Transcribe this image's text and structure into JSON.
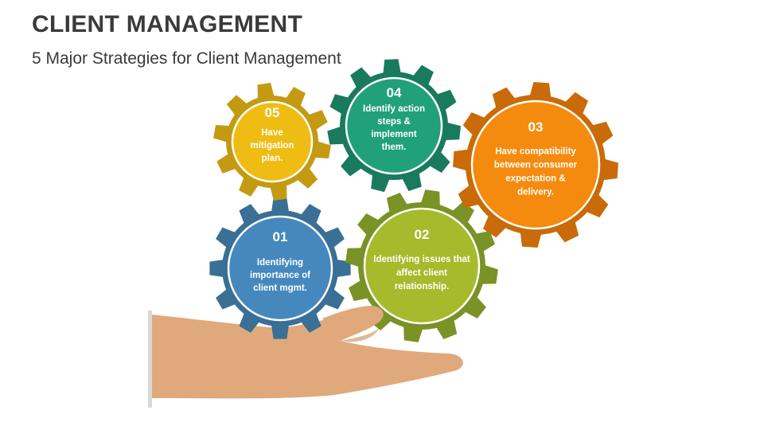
{
  "header": {
    "title": "CLIENT MANAGEMENT",
    "subtitle": "5 Major Strategies for Client Management"
  },
  "colors": {
    "blue_outer": "#3a6f96",
    "blue_inner": "#4588bd",
    "green_outer": "#7a9226",
    "green_inner": "#a5bb2b",
    "orange_outer": "#c96b08",
    "orange_inner": "#f48b0e",
    "teal_outer": "#197a5e",
    "teal_inner": "#21a07c",
    "yellow_outer": "#c39a12",
    "yellow_inner": "#efbc14",
    "hand_skin": "#e0a97c",
    "hand_shadow": "#c98a5c"
  },
  "gears": [
    {
      "id": "01",
      "number": "01",
      "lines": [
        "Identifying",
        "importance of",
        "client mgmt."
      ],
      "color": "blue"
    },
    {
      "id": "02",
      "number": "02",
      "lines": [
        "Identifying issues that",
        "affect client",
        "relationship."
      ],
      "color": "green"
    },
    {
      "id": "03",
      "number": "03",
      "lines": [
        "Have compatibility",
        "between consumer",
        "expectation &",
        "delivery."
      ],
      "color": "orange"
    },
    {
      "id": "04",
      "number": "04",
      "lines": [
        "Identify action",
        "steps &",
        "implement",
        "them."
      ],
      "color": "teal"
    },
    {
      "id": "05",
      "number": "05",
      "lines": [
        "Have",
        "mitigation",
        "plan."
      ],
      "color": "yellow"
    }
  ]
}
